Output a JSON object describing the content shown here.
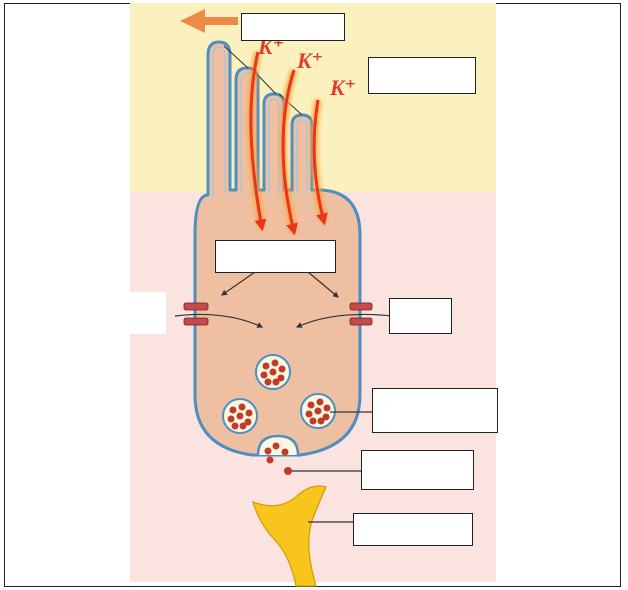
{
  "figure": {
    "ion_labels": [
      "K⁺",
      "K⁺",
      "K⁺"
    ],
    "colors": {
      "apical_zone": "#fbf1bf",
      "basal_zone": "#fbe3df",
      "cell_body": "#eec0a1",
      "membrane": "#4c8fc2",
      "ion_flow": "#e8351e",
      "flow_glow": "#ffa23a",
      "outflow_arrow": "#ee8a46",
      "vesicle_fill": "#fbf7e0",
      "transmitter_granule": "#c23a2a",
      "afferent_neuron": "#f7c51b",
      "channel": "#c54b4b"
    },
    "blank_labels": [
      "label-1",
      "label-2",
      "label-3",
      "label-4",
      "label-5",
      "label-6",
      "label-7",
      "label-8"
    ]
  }
}
